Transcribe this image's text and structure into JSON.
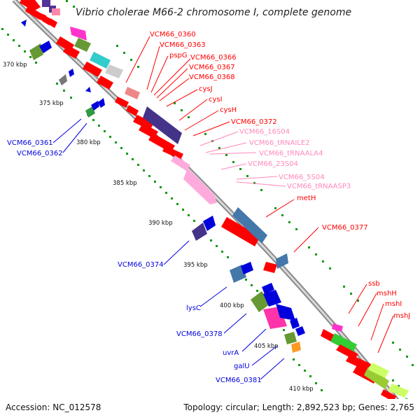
{
  "title": "Vibrio cholerae M66-2 chromosome I, complete genome",
  "footer": {
    "accession": "Accession: NC_012578",
    "summary": "Topology: circular; Length: 2,892,523 bp; Genes: 2,765"
  },
  "ticks": [
    "370 kbp",
    "375 kbp",
    "380 kbp",
    "385 kbp",
    "390 kbp",
    "395 kbp",
    "400 kbp",
    "405 kbp",
    "410 kbp"
  ],
  "colors": {
    "red": "#ff0000",
    "blue": "#0000dd",
    "pink": "#ff88bb",
    "ring": "#888888",
    "tick_dots": "#119911"
  },
  "labels_right": [
    {
      "text": "VCM66_0360",
      "color": "#ff0000"
    },
    {
      "text": "VCM66_0363",
      "color": "#ff0000"
    },
    {
      "text": "pspG",
      "color": "#ff0000"
    },
    {
      "text": "VCM66_0366",
      "color": "#ff0000"
    },
    {
      "text": "VCM66_0367",
      "color": "#ff0000"
    },
    {
      "text": "VCM66_0368",
      "color": "#ff0000"
    },
    {
      "text": "cysJ",
      "color": "#ff0000"
    },
    {
      "text": "cysI",
      "color": "#ff0000"
    },
    {
      "text": "cysH",
      "color": "#ff0000"
    },
    {
      "text": "VCM66_0372",
      "color": "#ff0000"
    },
    {
      "text": "VCM66_16S04",
      "color": "#ff88bb"
    },
    {
      "text": "VCM66_tRNAILE2",
      "color": "#ff88bb"
    },
    {
      "text": "VCM66_tRNAALA4",
      "color": "#ff88bb"
    },
    {
      "text": "VCM66_23S04",
      "color": "#ff88bb"
    },
    {
      "text": "VCM66_5S04",
      "color": "#ff88bb"
    },
    {
      "text": "VCM66_tRNAASP3",
      "color": "#ff88bb"
    },
    {
      "text": "metH",
      "color": "#ff0000"
    },
    {
      "text": "VCM66_0377",
      "color": "#ff0000"
    },
    {
      "text": "ssb",
      "color": "#ff0000"
    },
    {
      "text": "mshH",
      "color": "#ff0000"
    },
    {
      "text": "mshI",
      "color": "#ff0000"
    },
    {
      "text": "mshJ",
      "color": "#ff0000"
    }
  ],
  "labels_left": [
    {
      "text": "VCM66_0361",
      "color": "#0000dd"
    },
    {
      "text": "VCM66_0362",
      "color": "#0000dd"
    },
    {
      "text": "VCM66_0374",
      "color": "#0000dd"
    },
    {
      "text": "lysC",
      "color": "#0000dd"
    },
    {
      "text": "VCM66_0378",
      "color": "#0000dd"
    },
    {
      "text": "uvrA",
      "color": "#0000dd"
    },
    {
      "text": "galU",
      "color": "#0000dd"
    },
    {
      "text": "VCM66_0381",
      "color": "#0000dd"
    }
  ]
}
